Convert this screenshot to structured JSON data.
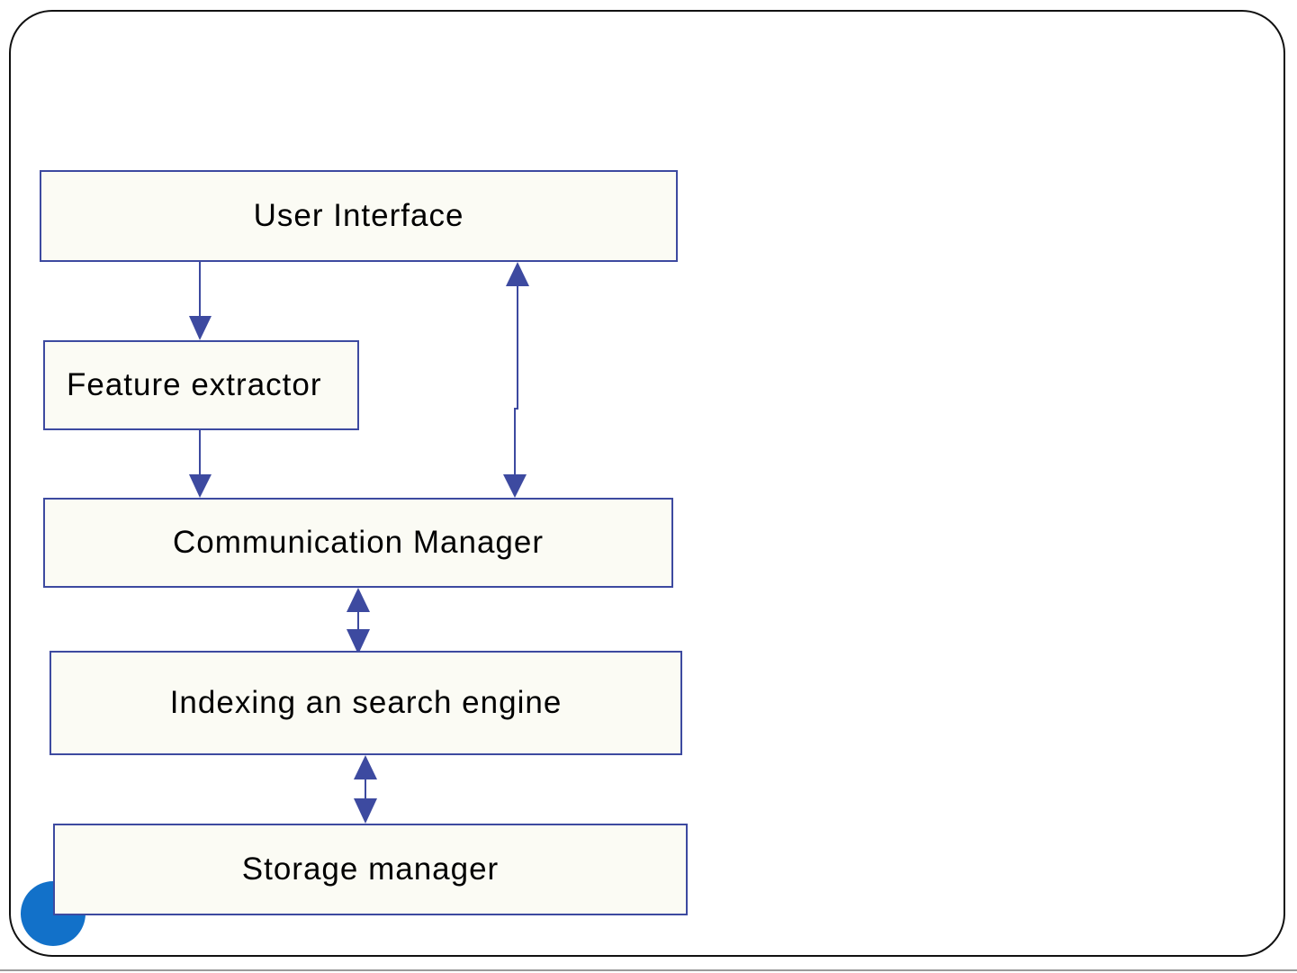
{
  "diagram": {
    "blocks": [
      {
        "id": "b-ui",
        "label": "User Interface"
      },
      {
        "id": "b-fe",
        "label": "Feature extractor"
      },
      {
        "id": "b-cm",
        "label": "Communication Manager"
      },
      {
        "id": "b-ix",
        "label": "Indexing an search engine"
      },
      {
        "id": "b-sm",
        "label": "Storage manager"
      }
    ],
    "connections": [
      {
        "from": "User Interface",
        "to": "Feature extractor",
        "direction": "one-way"
      },
      {
        "from": "Feature extractor",
        "to": "Communication Manager",
        "direction": "one-way"
      },
      {
        "from": "User Interface",
        "to": "Communication Manager",
        "direction": "two-way"
      },
      {
        "from": "Communication Manager",
        "to": "Indexing an search engine",
        "direction": "two-way"
      },
      {
        "from": "Indexing an search engine",
        "to": "Storage manager",
        "direction": "two-way"
      }
    ],
    "colors": {
      "block_border": "#3d4aa0",
      "block_fill": "#fbfbf4",
      "arrow": "#3d4aa0",
      "bullet": "#1271c9",
      "frame": "#111111"
    }
  }
}
